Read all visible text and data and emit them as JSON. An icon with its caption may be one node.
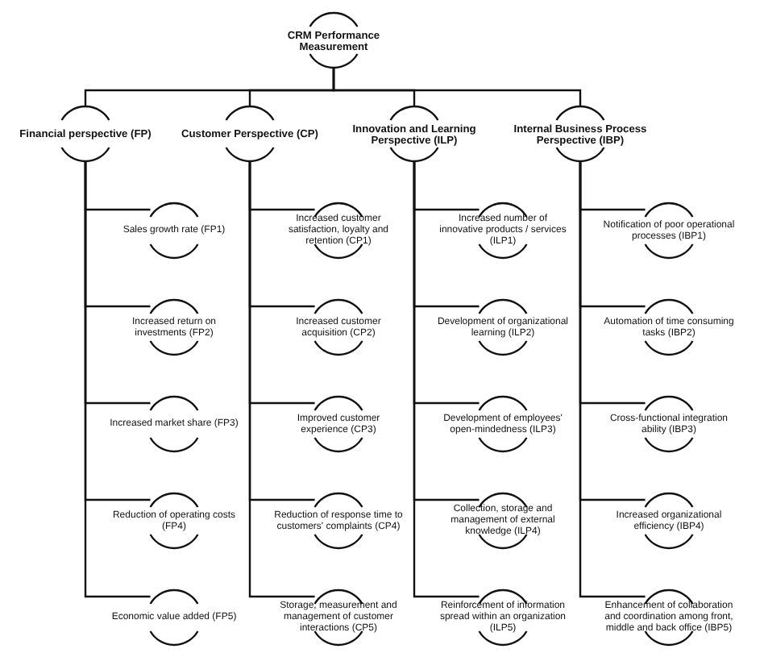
{
  "diagram": {
    "nodes": [
      {
        "text": [
          "CRM Performance Measurement"
        ]
      },
      {
        "text": [
          "Financial perspective (FP)"
        ]
      },
      {
        "text": [
          "Customer Perspective (CP)"
        ]
      },
      {
        "text": [
          "Innovation and Learning Perspective (ILP)"
        ]
      },
      {
        "text": [
          "Internal Business Process Perspective (IBP)"
        ]
      },
      {
        "text": [
          "Sales growth rate (FP1)"
        ]
      },
      {
        "text": [
          "Increased return on investments (FP2)"
        ]
      },
      {
        "text": [
          "Increased market share (FP3)"
        ]
      },
      {
        "text": [
          "Reduction of operating costs (FP4)"
        ]
      },
      {
        "text": [
          "Economic value added (FP5)"
        ]
      },
      {
        "text": [
          "Increased customer satisfaction, loyalty and retention (CP1)"
        ]
      },
      {
        "text": [
          "Increased customer acquisition (CP2)"
        ]
      },
      {
        "text": [
          "Improved customer experience (CP3)"
        ]
      },
      {
        "text": [
          "Reduction of response time to customers' complaints (CP4)"
        ]
      },
      {
        "text": [
          "Storage, measurement and management of customer interactions (CP5)"
        ]
      },
      {
        "text": [
          "Increased number of innovative products / services (ILP1)"
        ]
      },
      {
        "text": [
          "Development of organizational learning (ILP2)"
        ]
      },
      {
        "text": [
          "Development of employees' open-mindedness (ILP3)"
        ]
      },
      {
        "text": [
          "Collection, storage and management of external knowledge (ILP4)"
        ]
      },
      {
        "text": [
          "Reinforcement of information spread within an organization (ILP5)"
        ]
      },
      {
        "text": [
          "Notification of poor operational processes (IBP1)"
        ]
      },
      {
        "text": [
          "Automation of time consuming tasks (IBP2)"
        ]
      },
      {
        "text": [
          "Cross-functional integration ability (IBP3)"
        ]
      },
      {
        "text": [
          "Increased organizational efficiency (IBP4)"
        ]
      },
      {
        "text": [
          "Enhancement of collaboration and coordination among front, middle and back office (IBP5)"
        ]
      }
    ],
    "edges": [
      {
        "from": 0,
        "to": 1,
        "arrow": "none"
      },
      {
        "from": 0,
        "to": 2,
        "arrow": "none"
      },
      {
        "from": 0,
        "to": 3,
        "arrow": "none"
      },
      {
        "from": 0,
        "to": 4,
        "arrow": "none"
      },
      {
        "from": 1,
        "to": 5,
        "arrow": "none"
      },
      {
        "from": 1,
        "to": 6,
        "arrow": "none"
      },
      {
        "from": 1,
        "to": 7,
        "arrow": "none"
      },
      {
        "from": 1,
        "to": 8,
        "arrow": "none"
      },
      {
        "from": 1,
        "to": 9,
        "arrow": "none"
      },
      {
        "from": 2,
        "to": 10,
        "arrow": "none"
      },
      {
        "from": 2,
        "to": 11,
        "arrow": "none"
      },
      {
        "from": 2,
        "to": 12,
        "arrow": "none"
      },
      {
        "from": 2,
        "to": 13,
        "arrow": "none"
      },
      {
        "from": 2,
        "to": 14,
        "arrow": "none"
      },
      {
        "from": 3,
        "to": 15,
        "arrow": "none"
      },
      {
        "from": 3,
        "to": 16,
        "arrow": "none"
      },
      {
        "from": 3,
        "to": 17,
        "arrow": "none"
      },
      {
        "from": 3,
        "to": 18,
        "arrow": "none"
      },
      {
        "from": 3,
        "to": 19,
        "arrow": "none"
      },
      {
        "from": 4,
        "to": 20,
        "arrow": "none"
      },
      {
        "from": 4,
        "to": 21,
        "arrow": "none"
      },
      {
        "from": 4,
        "to": 22,
        "arrow": "none"
      },
      {
        "from": 4,
        "to": 23,
        "arrow": "none"
      },
      {
        "from": 4,
        "to": 24,
        "arrow": "none"
      }
    ]
  }
}
